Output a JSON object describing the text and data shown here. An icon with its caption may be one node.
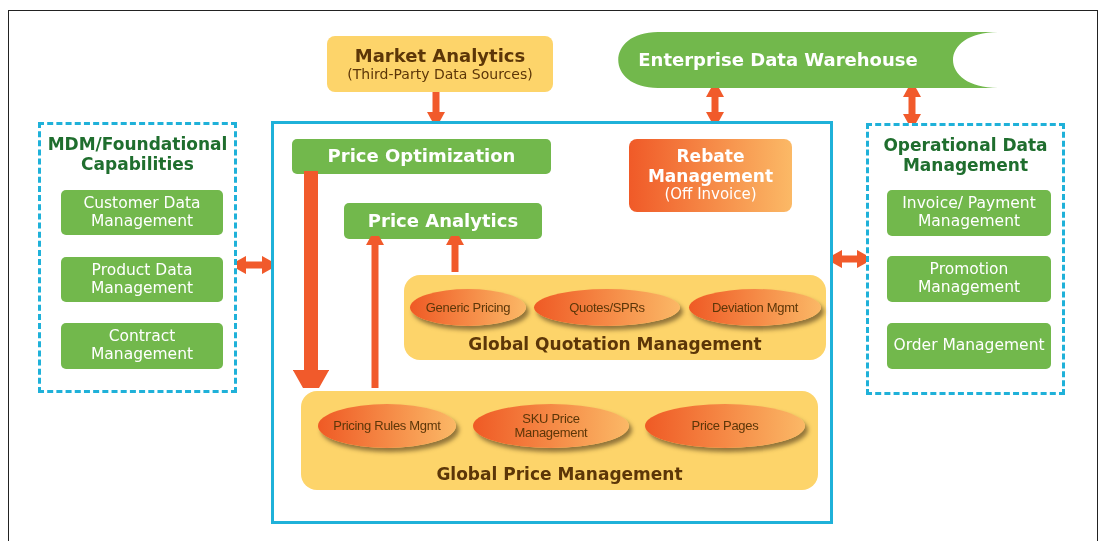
{
  "diagram": {
    "nodes": [
      {
        "text": [
          "Market Analytics",
          "(Third-Party Data Sources)"
        ]
      },
      {
        "text": [
          "Enterprise Data Warehouse"
        ]
      },
      {
        "text": [
          "MDM/Foundational Capabilities"
        ]
      },
      {
        "text": [
          "Customer Data Management"
        ],
        "in": 2
      },
      {
        "text": [
          "Product Data Management"
        ],
        "in": 2
      },
      {
        "text": [
          "Contract Management"
        ],
        "in": 2
      },
      {
        "text": [],
        "shape": "box"
      },
      {
        "text": [
          "Price Optimization"
        ],
        "in": 6
      },
      {
        "text": [
          "Rebate Management",
          "(Off Invoice)"
        ],
        "in": 6
      },
      {
        "text": [
          "Price Analytics"
        ],
        "in": 6
      },
      {
        "text": [
          "Global Quotation Management"
        ],
        "in": 6
      },
      {
        "text": [
          "Generic Pricing"
        ],
        "in": 10
      },
      {
        "text": [
          "Quotes/SPRs"
        ],
        "in": 10
      },
      {
        "text": [
          "Deviation Mgmt"
        ],
        "in": 10
      },
      {
        "text": [
          "Global Price Management"
        ],
        "in": 6
      },
      {
        "text": [
          "Pricing Rules Mgmt"
        ],
        "in": 14
      },
      {
        "text": [
          "SKU Price Management"
        ],
        "in": 14
      },
      {
        "text": [
          "Price Pages"
        ],
        "in": 14
      },
      {
        "text": [
          "Operational Data Management"
        ]
      },
      {
        "text": [
          "Invoice/ Payment Management"
        ],
        "in": 18
      },
      {
        "text": [
          "Promotion Management"
        ],
        "in": 18
      },
      {
        "text": [
          "Order Management"
        ],
        "in": 18
      }
    ],
    "edges": [
      {
        "from": 0,
        "to": 6,
        "arrow": "to"
      },
      {
        "from": 1,
        "to": 6,
        "arrow": "both"
      },
      {
        "from": 1,
        "to": 18,
        "arrow": "both"
      },
      {
        "from": 2,
        "to": 6,
        "arrow": "both"
      },
      {
        "from": 6,
        "to": 18,
        "arrow": "both"
      },
      {
        "from": 7,
        "to": 14,
        "arrow": "to",
        "style": "thick"
      },
      {
        "from": 14,
        "to": 9,
        "arrow": "to"
      },
      {
        "from": 10,
        "to": 9,
        "arrow": "to"
      }
    ]
  }
}
